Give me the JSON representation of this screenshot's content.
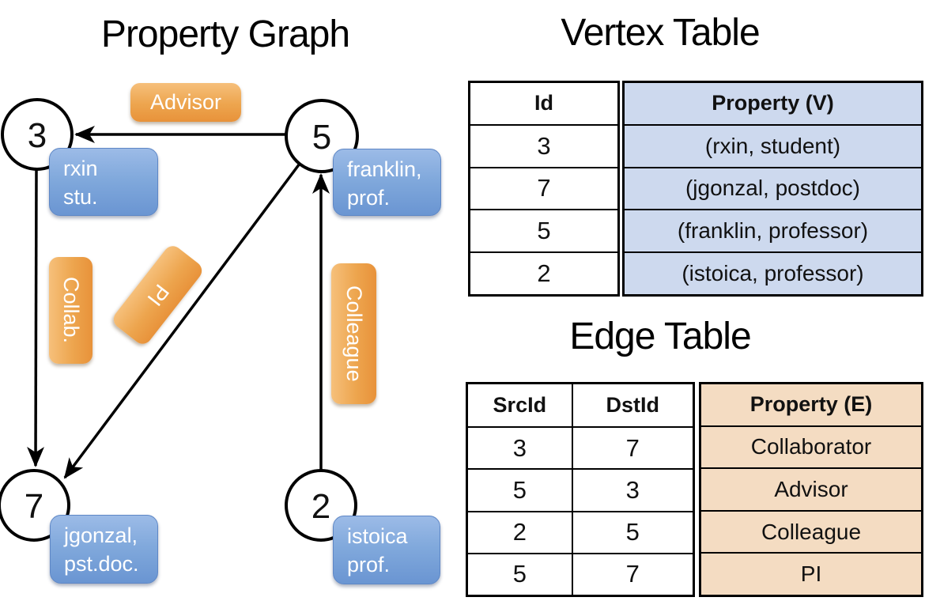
{
  "graph": {
    "title": "Property Graph",
    "nodes": [
      {
        "id": "3",
        "prop_line1": "rxin",
        "prop_line2": "stu."
      },
      {
        "id": "5",
        "prop_line1": "franklin,",
        "prop_line2": "prof."
      },
      {
        "id": "7",
        "prop_line1": "jgonzal,",
        "prop_line2": "pst.doc."
      },
      {
        "id": "2",
        "prop_line1": "istoica",
        "prop_line2": "prof."
      }
    ],
    "edge_labels": {
      "advisor": "Advisor",
      "collab": "Collab.",
      "pi": "PI",
      "colleague": "Colleague"
    }
  },
  "vertex_table": {
    "title": "Vertex Table",
    "columns": [
      "Id",
      "Property (V)"
    ],
    "rows": [
      [
        "3",
        "(rxin, student)"
      ],
      [
        "7",
        "(jgonzal, postdoc)"
      ],
      [
        "5",
        "(franklin, professor)"
      ],
      [
        "2",
        "(istoica, professor)"
      ]
    ]
  },
  "edge_table": {
    "title": "Edge Table",
    "columns": [
      "SrcId",
      "DstId",
      "Property (E)"
    ],
    "rows": [
      [
        "3",
        "7",
        "Collaborator"
      ],
      [
        "5",
        "3",
        "Advisor"
      ],
      [
        "2",
        "5",
        "Colleague"
      ],
      [
        "5",
        "7",
        "PI"
      ]
    ]
  },
  "colors": {
    "node_label_blue": "#7fa5da",
    "edge_label_orange": "#eda54e",
    "vertex_property_cell": "#cdd9ee",
    "edge_property_cell": "#f4dcc2",
    "line_black": "#000000"
  }
}
